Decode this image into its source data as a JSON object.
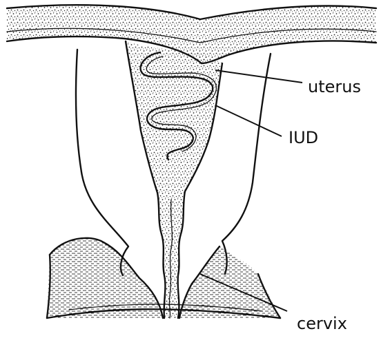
{
  "labels": {
    "uterus": "uterus",
    "iud": "IUD",
    "cervix": "cervix"
  },
  "colors": {
    "ink": "#111111",
    "background": "#ffffff"
  }
}
